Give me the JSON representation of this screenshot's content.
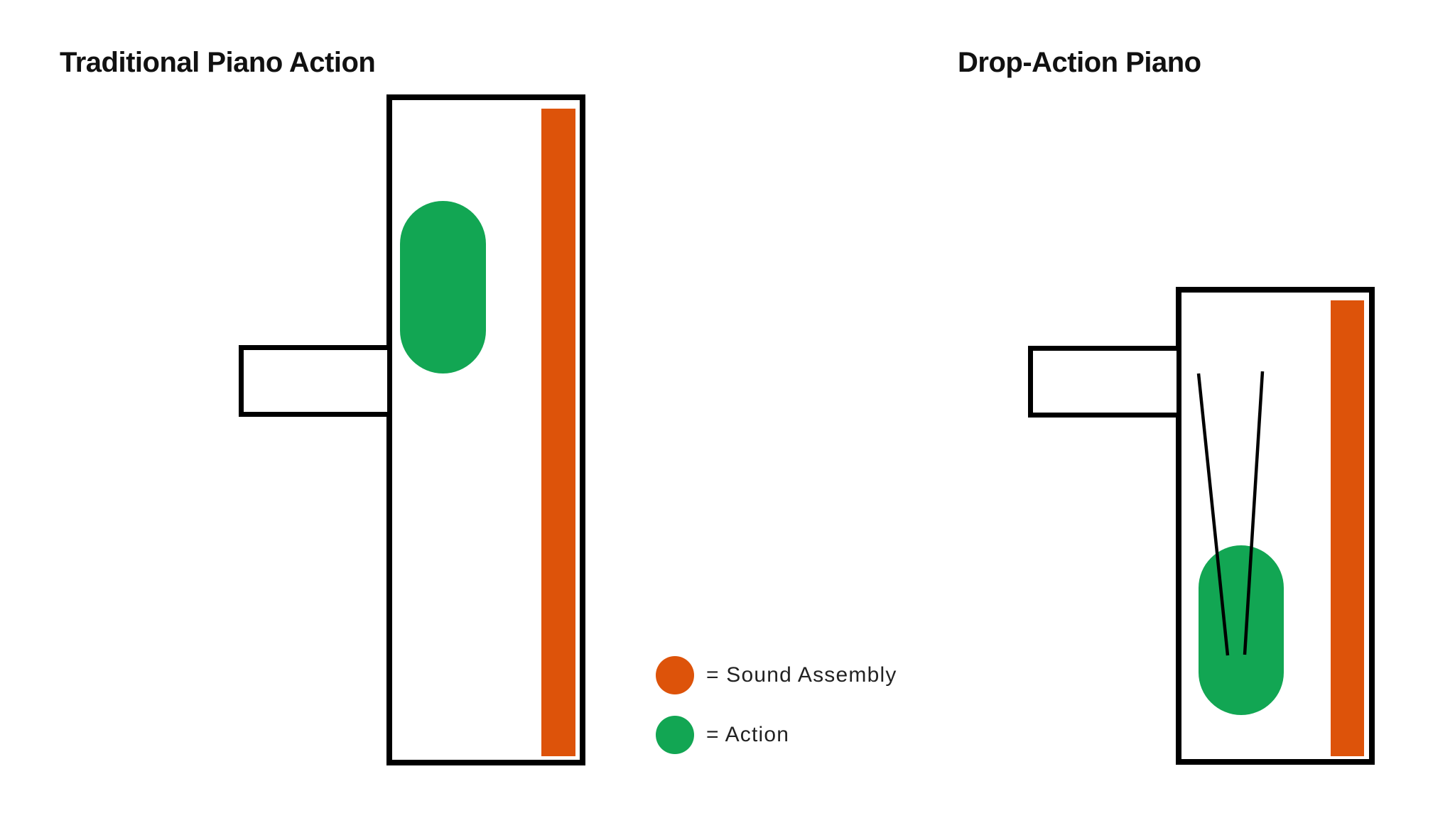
{
  "left_diagram": {
    "title": "Traditional Piano Action",
    "parts": {
      "body": "piano-body-outline",
      "sound_assembly": "sound-assembly-bar",
      "action": "action-block",
      "key": "piano-key"
    }
  },
  "right_diagram": {
    "title": "Drop-Action Piano",
    "parts": {
      "body": "piano-body-outline",
      "sound_assembly": "sound-assembly-bar",
      "action": "action-block",
      "key": "piano-key",
      "linkage": "drop-linkage-lines"
    }
  },
  "legend": {
    "items": [
      {
        "label": "= Sound Assembly",
        "color": "#DD530A"
      },
      {
        "label": "= Action",
        "color": "#12A653"
      }
    ]
  },
  "colors": {
    "sound_assembly": "#DD530A",
    "action": "#12A653",
    "outline": "#000000",
    "title_text": "#111111",
    "legend_text": "#222222",
    "background": "#FFFFFF"
  }
}
